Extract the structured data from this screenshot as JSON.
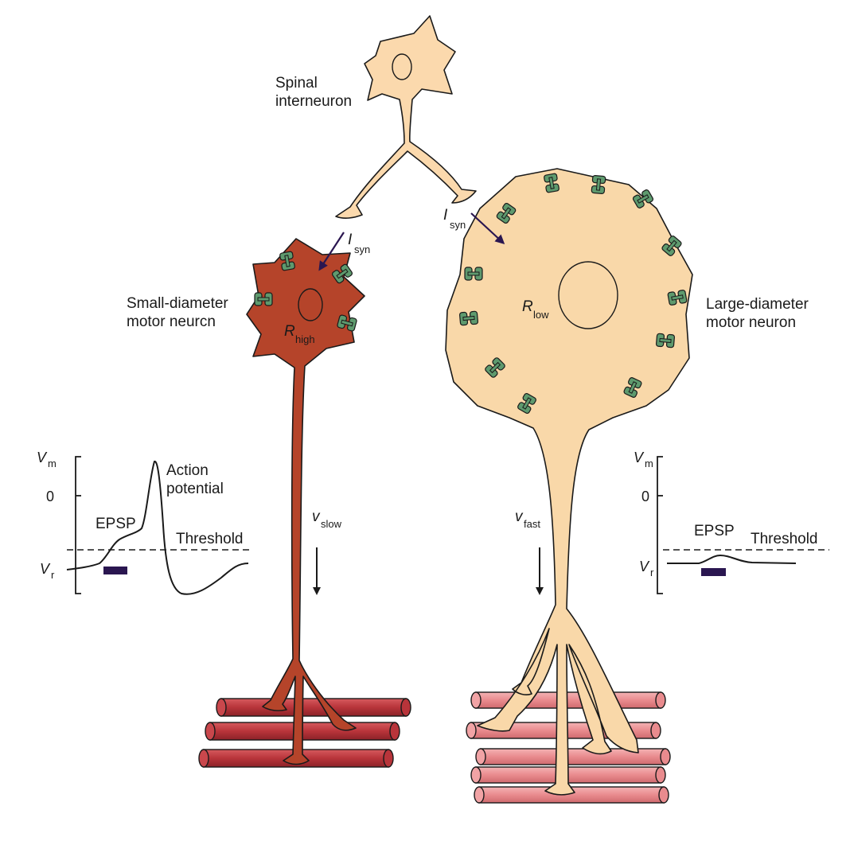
{
  "labels": {
    "spinal_line1": "Spinal",
    "spinal_line2": "interneuron",
    "small_line1": "Small-diameter",
    "small_line2": "motor neurcn",
    "large_line1": "Large-diameter",
    "large_line2": "motor neuron",
    "isyn_var": "I",
    "isyn_sub": "syn",
    "r_var": "R",
    "r_high_sub": "high",
    "r_low_sub": "low",
    "v_var": "v",
    "v_slow_sub": "slow",
    "v_fast_sub": "fast"
  },
  "left_graph": {
    "vm_var": "V",
    "vm_sub": "m",
    "zero": "0",
    "vr_var": "V",
    "vr_sub": "r",
    "epsp": "EPSP",
    "action_line1": "Action",
    "action_line2": "potential",
    "threshold": "Threshold"
  },
  "right_graph": {
    "vm_var": "V",
    "vm_sub": "m",
    "zero": "0",
    "vr_var": "V",
    "vr_sub": "r",
    "epsp": "EPSP",
    "threshold": "Threshold"
  },
  "colors": {
    "interneuron": "#fbd9ad",
    "small_neuron": "#b5442a",
    "large_neuron": "#f9d8a9",
    "channel": "#5e9a6e",
    "muscle_dark": "#b8343a",
    "muscle_light": "#e98b8e",
    "stimulus_bar": "#2a1650"
  }
}
